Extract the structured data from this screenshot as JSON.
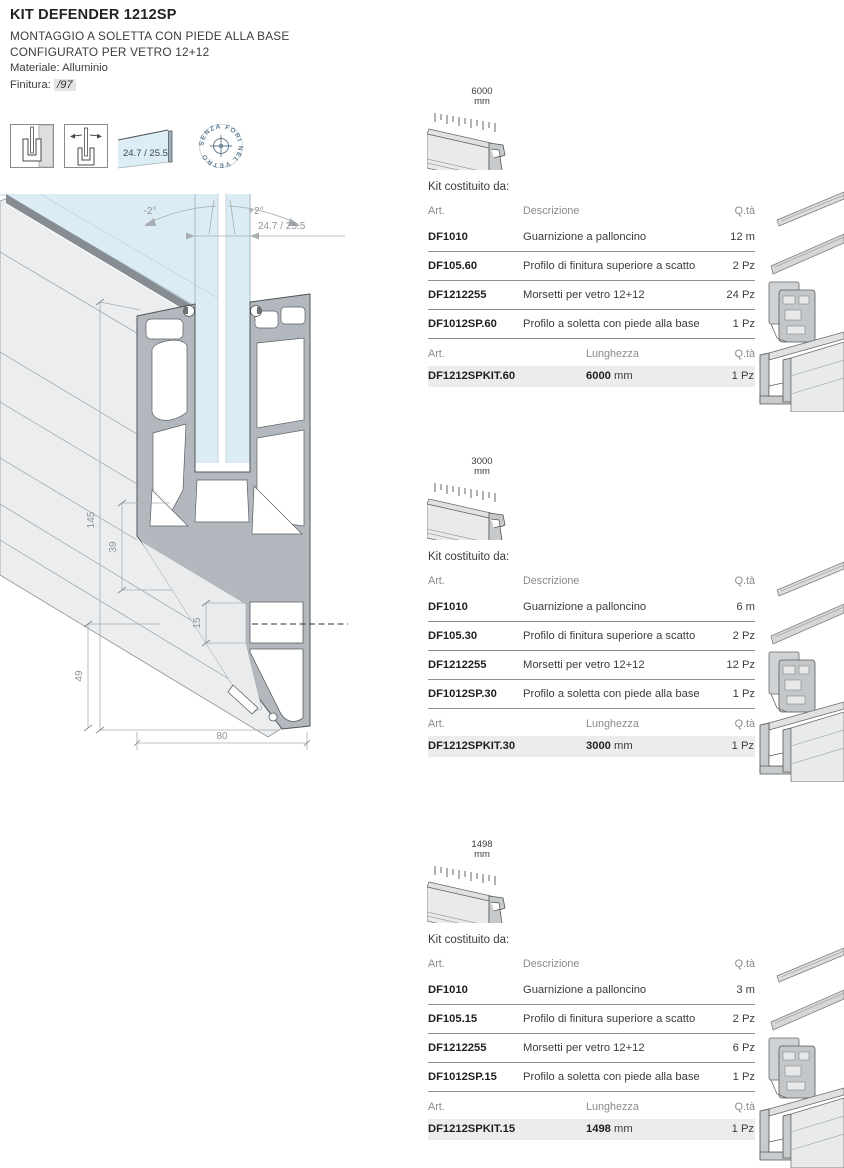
{
  "header": {
    "title": "KIT DEFENDER 1212SP",
    "subtitle1": "MONTAGGIO A SOLETTA CON PIEDE ALLA BASE",
    "subtitle2": "CONFIGURATO PER VETRO 12+12",
    "material_label": "Materiale:",
    "material_value": "Alluminio",
    "finish_label": "Finitura:",
    "finish_value": "/97"
  },
  "pictograms": {
    "glass_thickness": "24.7 / 25.5",
    "stamp_text": "SENZA FORI NEL VETRO "
  },
  "drawing": {
    "dims": {
      "height": "145",
      "upper": "39",
      "step": "15",
      "foot": "49",
      "width": "80",
      "glass": "24.7 / 25.5",
      "tilt_minus": "-2°",
      "tilt_plus": "+2°"
    }
  },
  "kit_intro": "Kit costituito da:",
  "table_headers": {
    "art": "Art.",
    "desc": "Descrizione",
    "qty": "Q.tà",
    "len": "Lunghezza"
  },
  "kits": [
    {
      "length_label": "6000",
      "length_unit": "mm",
      "rows": [
        {
          "art": "DF1010",
          "desc": "Guarnizione a palloncino",
          "qty": "12 m"
        },
        {
          "art": "DF105.60",
          "desc": "Profilo di finitura superiore a scatto",
          "qty": "2 Pz"
        },
        {
          "art": "DF1212255",
          "desc": "Morsetti per vetro 12+12",
          "qty": "24 Pz"
        },
        {
          "art": "DF1012SP.60",
          "desc": "Profilo a soletta con piede alla base",
          "qty": "1 Pz"
        }
      ],
      "kit_row": {
        "art": "DF1212SPKIT.60",
        "len_value": "6000",
        "len_unit": "mm",
        "qty": "1 Pz"
      }
    },
    {
      "length_label": "3000",
      "length_unit": "mm",
      "rows": [
        {
          "art": "DF1010",
          "desc": "Guarnizione a palloncino",
          "qty": "6 m"
        },
        {
          "art": "DF105.30",
          "desc": "Profilo di finitura superiore a scatto",
          "qty": "2 Pz"
        },
        {
          "art": "DF1212255",
          "desc": "Morsetti per vetro 12+12",
          "qty": "12 Pz"
        },
        {
          "art": "DF1012SP.30",
          "desc": "Profilo a soletta con piede alla base",
          "qty": "1 Pz"
        }
      ],
      "kit_row": {
        "art": "DF1212SPKIT.30",
        "len_value": "3000",
        "len_unit": "mm",
        "qty": "1 Pz"
      }
    },
    {
      "length_label": "1498",
      "length_unit": "mm",
      "rows": [
        {
          "art": "DF1010",
          "desc": "Guarnizione a palloncino",
          "qty": "3 m"
        },
        {
          "art": "DF105.15",
          "desc": "Profilo di finitura superiore a scatto",
          "qty": "2 Pz"
        },
        {
          "art": "DF1212255",
          "desc": "Morsetti per vetro 12+12",
          "qty": "6 Pz"
        },
        {
          "art": "DF1012SP.15",
          "desc": "Profilo a soletta con piede alla base",
          "qty": "1 Pz"
        }
      ],
      "kit_row": {
        "art": "DF1212SPKIT.15",
        "len_value": "1498",
        "len_unit": "mm",
        "qty": "1 Pz"
      }
    }
  ]
}
